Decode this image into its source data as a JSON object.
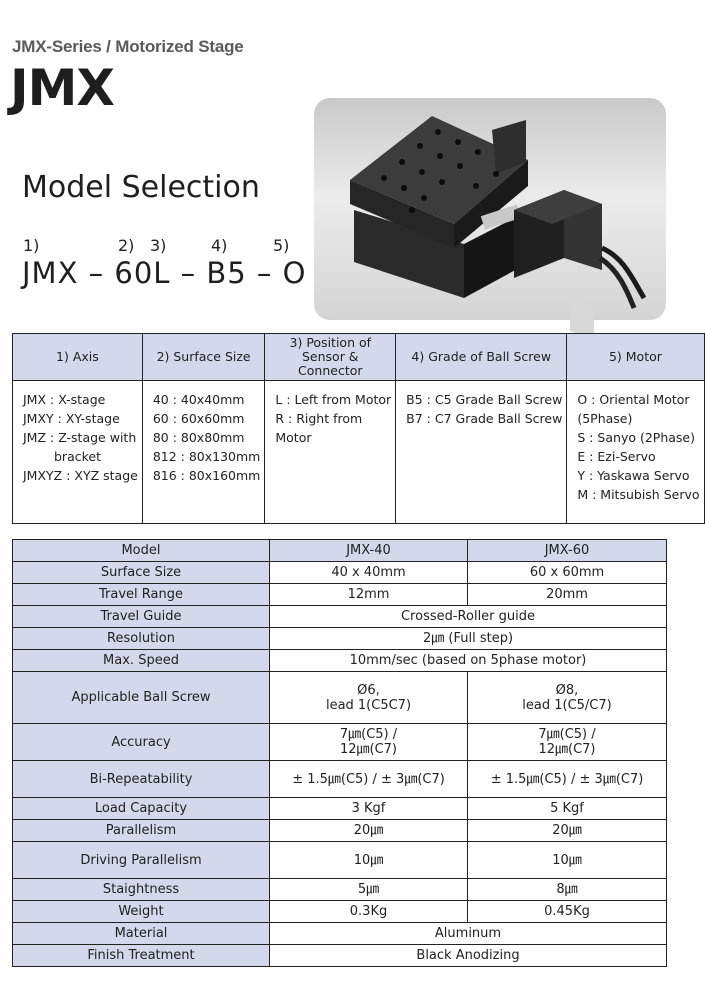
{
  "header": {
    "series": "JMX-Series / Motorized Stage",
    "brand": "JMX"
  },
  "section_title": "Model Selection",
  "model_code": {
    "numbers": [
      "1)",
      "2)",
      "3)",
      "4)",
      "5)"
    ],
    "code": "JMX – 60L – B5 – O"
  },
  "selection_table": {
    "headers": [
      "1) Axis",
      "2) Surface Size",
      "3) Position of Sensor & Connector",
      "4) Grade of Ball Screw",
      "5) Motor"
    ],
    "axis": [
      "JMX : X-stage",
      "JMXY : XY-stage",
      "JMZ : Z-stage with",
      "bracket",
      "JMXYZ : XYZ stage"
    ],
    "surface": [
      "40 : 40x40mm",
      "60 : 60x60mm",
      "80 : 80x80mm",
      "812 : 80x130mm",
      "816 : 80x160mm"
    ],
    "sensor": [
      "L : Left from Motor",
      "R : Right from",
      "Motor"
    ],
    "grade": [
      "B5 : C5 Grade Ball Screw",
      "B7 : C7 Grade Ball Screw"
    ],
    "motor": [
      "O : Oriental Motor",
      "(5Phase)",
      "S : Sanyo (2Phase)",
      "E : Ezi-Servo",
      "Y : Yaskawa Servo",
      "M : Mitsubish Servo"
    ]
  },
  "spec_table": {
    "header": {
      "label": "Model",
      "a": "JMX-40",
      "b": "JMX-60"
    },
    "rows": {
      "surface_size": {
        "label": "Surface Size",
        "a": "40 x 40mm",
        "b": "60 x 60mm"
      },
      "travel_range": {
        "label": "Travel Range",
        "a": "12mm",
        "b": "20mm"
      },
      "travel_guide": {
        "label": "Travel Guide",
        "both": "Crossed-Roller guide"
      },
      "resolution": {
        "label": "Resolution",
        "both": "2㎛ (Full step)"
      },
      "max_speed": {
        "label": "Max. Speed",
        "both": "10mm/sec (based on 5phase motor)"
      },
      "ball_screw": {
        "label": "Applicable Ball Screw",
        "a1": "Ø6,",
        "a2": "lead 1(C5C7)",
        "b1": "Ø8,",
        "b2": "lead 1(C5/C7)"
      },
      "accuracy": {
        "label": "Accuracy",
        "a1": "7㎛(C5) /",
        "a2": "12㎛(C7)",
        "b1": "7㎛(C5) /",
        "b2": "12㎛(C7)"
      },
      "bi_repeat": {
        "label": "Bi-Repeatability",
        "a": "± 1.5㎛(C5) / ± 3㎛(C7)",
        "b": "± 1.5㎛(C5) / ± 3㎛(C7)"
      },
      "load": {
        "label": "Load Capacity",
        "a": "3 Kgf",
        "b": "5 Kgf"
      },
      "parallelism": {
        "label": "Parallelism",
        "a": "20㎛",
        "b": "20㎛"
      },
      "driving_par": {
        "label": "Driving Parallelism",
        "a": "10㎛",
        "b": "10㎛"
      },
      "straightness": {
        "label": "Staightness",
        "a": "5㎛",
        "b": "8㎛"
      },
      "weight": {
        "label": "Weight",
        "a": "0.3Kg",
        "b": "0.45Kg"
      },
      "material": {
        "label": "Material",
        "both": "Aluminum"
      },
      "finish": {
        "label": "Finish Treatment",
        "both": "Black Anodizing"
      }
    }
  }
}
